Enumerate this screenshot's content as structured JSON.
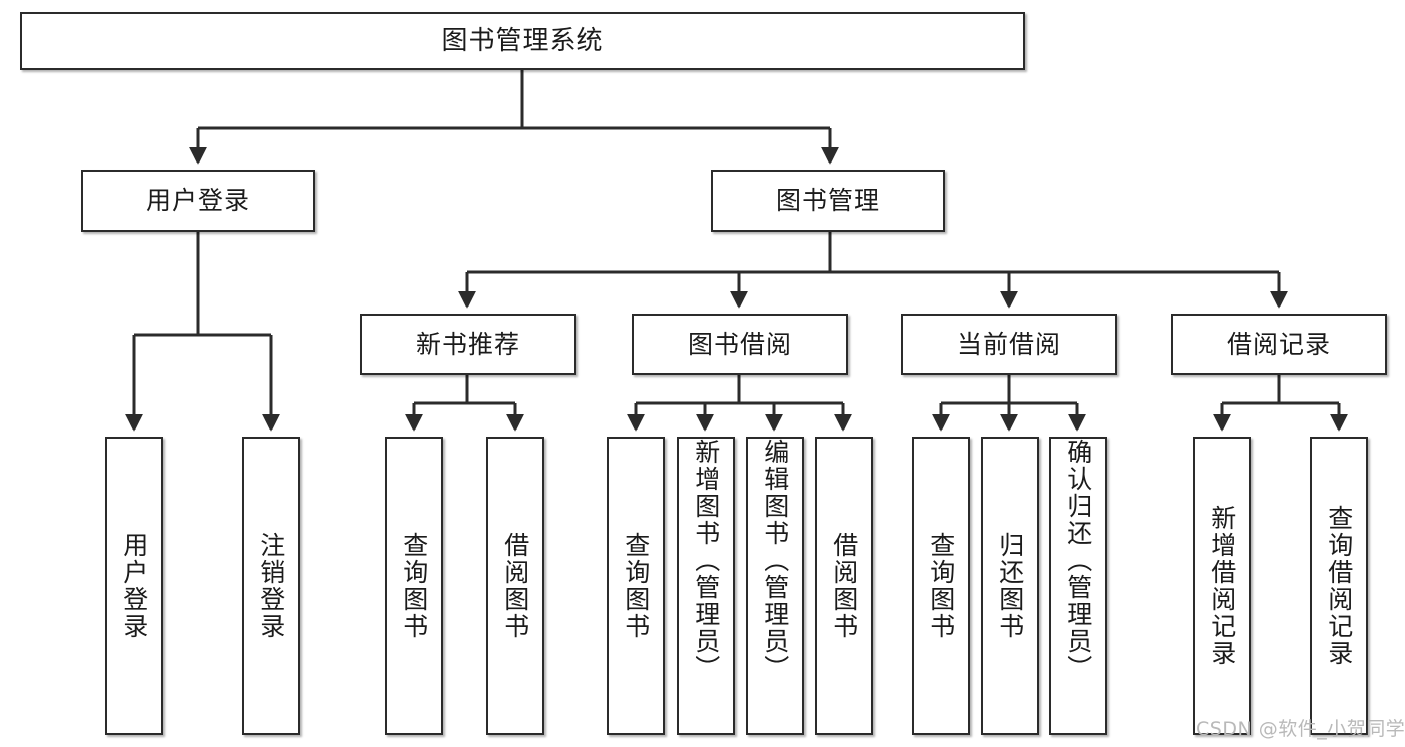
{
  "diagram": {
    "title_node": {
      "label": "图书管理系统"
    },
    "level1": [
      {
        "label": "用户登录"
      },
      {
        "label": "图书管理"
      }
    ],
    "level2": [
      {
        "label": "新书推荐"
      },
      {
        "label": "图书借阅"
      },
      {
        "label": "当前借阅"
      },
      {
        "label": "借阅记录"
      }
    ],
    "leaves": {
      "user_login": [
        {
          "label": "用户登录"
        },
        {
          "label": "注销登录"
        }
      ],
      "new_book_recommend": [
        {
          "label": "查询图书"
        },
        {
          "label": "借阅图书"
        }
      ],
      "book_borrow": [
        {
          "label": "查询图书"
        },
        {
          "label": "新增图书（管理员）"
        },
        {
          "label": "编辑图书（管理员）"
        },
        {
          "label": "借阅图书"
        }
      ],
      "current_borrow": [
        {
          "label": "查询图书"
        },
        {
          "label": "归还图书"
        },
        {
          "label": "确认归还（管理员）"
        }
      ],
      "borrow_record": [
        {
          "label": "新增借阅记录"
        },
        {
          "label": "查询借阅记录"
        }
      ]
    }
  },
  "watermark": {
    "text": "CSDN @软件_小贺同学"
  },
  "colors": {
    "stroke": "#2b2b2b",
    "box_fill": "#ffffff",
    "text": "#1b1b1b",
    "watermark": "#b9b9b9",
    "page_bg": "#ffffff"
  }
}
